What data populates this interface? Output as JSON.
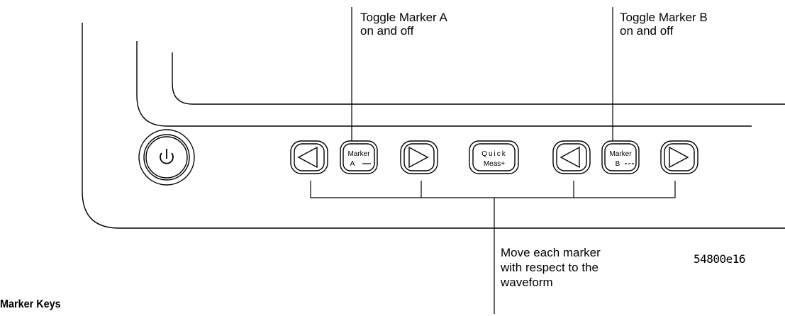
{
  "callouts": {
    "marker_a": [
      "Toggle Marker A",
      "on and off"
    ],
    "marker_b": [
      "Toggle Marker B",
      "on and off"
    ],
    "move": [
      "Move each marker",
      "with respect to the",
      "waveform"
    ]
  },
  "keys": {
    "marker_a": [
      "Marker",
      "A"
    ],
    "quick_meas": [
      "Quick",
      "Meas+"
    ],
    "marker_b": [
      "Marker",
      "B"
    ]
  },
  "figure_id": "54800e16",
  "caption": "Marker Keys"
}
